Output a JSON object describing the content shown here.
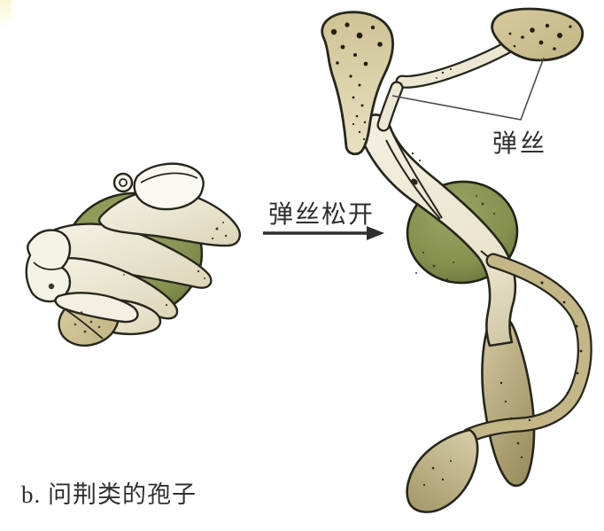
{
  "figure": {
    "caption": "b. 问荆类的孢子",
    "arrow_label": "弹丝松开",
    "elater_label": "弹丝"
  },
  "colors": {
    "background": "#ffffff",
    "spore_green_light": "#9aa465",
    "spore_green_dark": "#6b763c",
    "band_cream": "#f3f0e1",
    "band_shadow": "#d8d1b2",
    "elater_tan": "#c3b687",
    "elater_tan_dark": "#9a8c5c",
    "outline": "#26261c",
    "pointer_line": "#4a4a4a",
    "text": "#2f2f2f"
  }
}
